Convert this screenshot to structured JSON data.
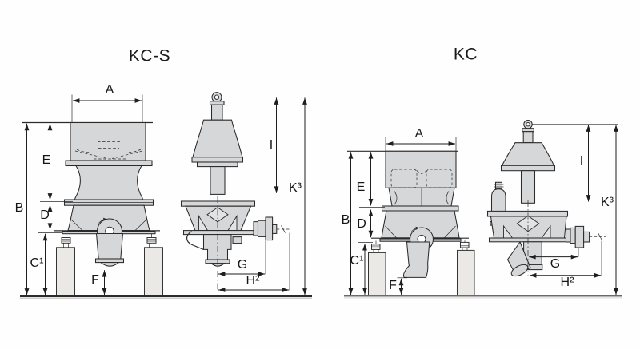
{
  "page": {
    "background": "#ffffff"
  },
  "colors": {
    "line": "#2b2b2b",
    "machine_fill": "#d6d7d9",
    "machine_fill_light": "#e2e3e5",
    "pillar_fill": "#ebe9e5",
    "ground_kc": "#6a6a6a"
  },
  "diagrams": [
    {
      "id": "kcs",
      "title": "KC-S",
      "labels": {
        "A": "A",
        "B": "B",
        "C1": "C¹",
        "D": "D",
        "E": "E",
        "F": "F",
        "G": "G",
        "H2": "H²",
        "I": "I",
        "K3": "K³"
      }
    },
    {
      "id": "kc",
      "title": "KC",
      "labels": {
        "A": "A",
        "B": "B",
        "C1": "C¹",
        "D": "D",
        "E": "E",
        "F": "F",
        "G": "G",
        "H2": "H²",
        "I": "I",
        "K3": "K³"
      }
    }
  ]
}
